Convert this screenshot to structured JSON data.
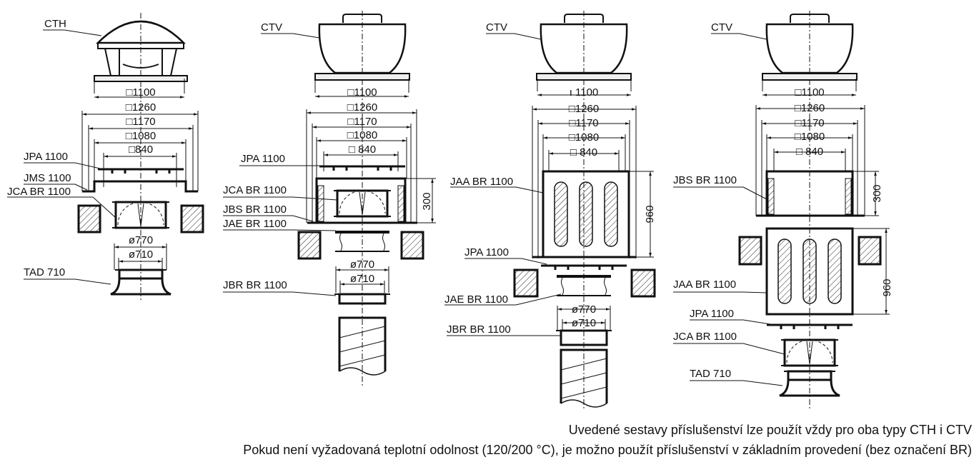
{
  "diagrams": [
    {
      "fan": "CTH",
      "d1100": "□1100",
      "d1260": "□1260",
      "d1170": "□1170",
      "d1080": "□1080",
      "d840": "□840",
      "d770": "ø770",
      "d710": "ø710",
      "labels": {
        "jpa": "JPA 1100",
        "jms": "JMS 1100",
        "jca": "JCA BR 1100",
        "tad": "TAD 710"
      }
    },
    {
      "fan": "CTV",
      "d1100": "□1100",
      "d1260": "□1260",
      "d1170": "□1170",
      "d1080": "□1080",
      "d840": "□ 840",
      "d770": "ø770",
      "d710": "ø710",
      "h300": "300",
      "labels": {
        "jpa": "JPA 1100",
        "jca": "JCA BR 1100",
        "jbs": "JBS BR 1100",
        "jae": "JAE BR 1100",
        "jbr": "JBR BR 1100"
      }
    },
    {
      "fan": "CTV",
      "d1100": "ı 1100",
      "d1260": "□1260",
      "d1170": "□1170",
      "d1080": "□1080",
      "d840": "□ 840",
      "d770": "ø770",
      "d710": "ø710",
      "h960": "960",
      "labels": {
        "jaa": "JAA BR 1100",
        "jpa": "JPA 1100",
        "jae": "JAE BR 1100",
        "jbr": "JBR BR 1100"
      }
    },
    {
      "fan": "CTV",
      "d1100": "□1100",
      "d1260": "□1260",
      "d1170": "□1170",
      "d1080": "□1080",
      "d840": "□ 840",
      "h300": "300",
      "h960": "960",
      "labels": {
        "jbs": "JBS BR 1100",
        "jaa": "JAA BR 1100",
        "jpa": "JPA 1100",
        "jca": "JCA BR 1100",
        "tad": "TAD 710"
      }
    }
  ],
  "notes": [
    "Uvedené sestavy příslušenství lze použít vždy pro oba typy CTH i CTV",
    "Pokud není vyžadovaná teplotní odolnost (120/200 °C), je možno použít příslušenství v základním provedení (bez označení BR)"
  ]
}
